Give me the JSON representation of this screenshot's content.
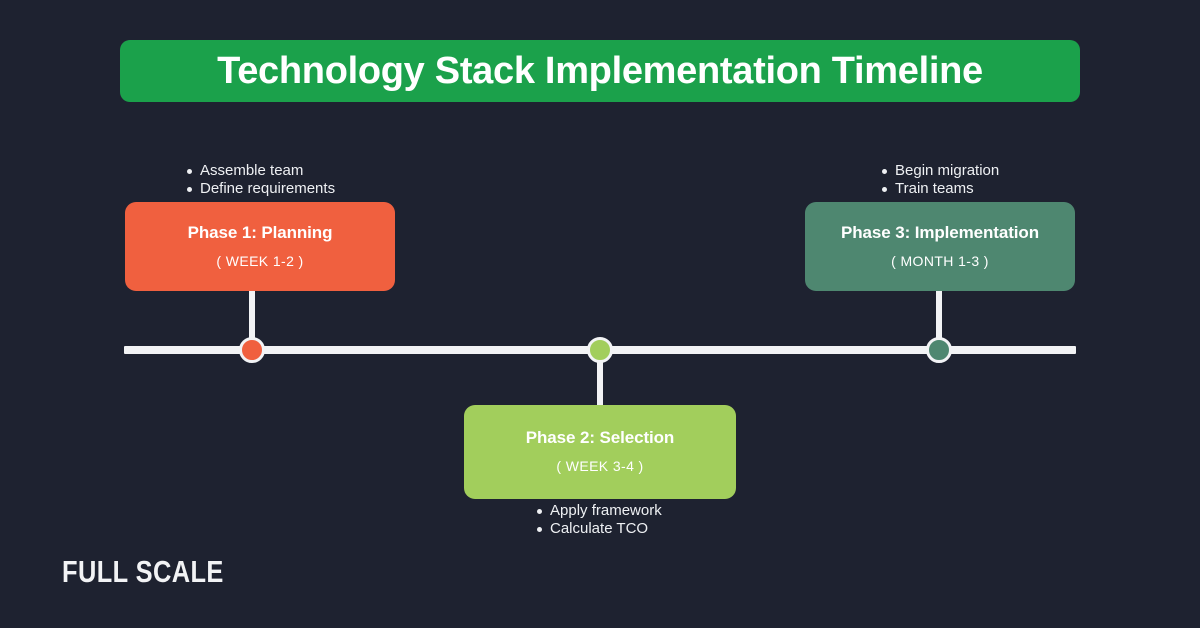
{
  "colors": {
    "background": "#1e2230",
    "banner_green": "#1ba14b",
    "phase1": "#f0603f",
    "phase2": "#a2ce5c",
    "phase3": "#4e8770",
    "line": "#f2f3f5",
    "text_light": "#eef0f3"
  },
  "header": {
    "title": "Technology Stack Implementation Timeline"
  },
  "timeline": {
    "phases": [
      {
        "id": "phase-1",
        "title": "Phase 1: Planning",
        "duration": "( WEEK 1-2 )",
        "color": "#f0603f",
        "position": "above",
        "bullets": [
          "Assemble team",
          "Define requirements"
        ]
      },
      {
        "id": "phase-2",
        "title": "Phase 2: Selection",
        "duration": "( WEEK 3-4 )",
        "color": "#a2ce5c",
        "position": "below",
        "bullets": [
          "Apply framework",
          "Calculate TCO"
        ]
      },
      {
        "id": "phase-3",
        "title": "Phase 3: Implementation",
        "duration": "( MONTH 1-3 )",
        "color": "#4e8770",
        "position": "above",
        "bullets": [
          "Begin migration",
          "Train teams"
        ]
      }
    ]
  },
  "footer": {
    "logo": "FULL SCALE"
  }
}
